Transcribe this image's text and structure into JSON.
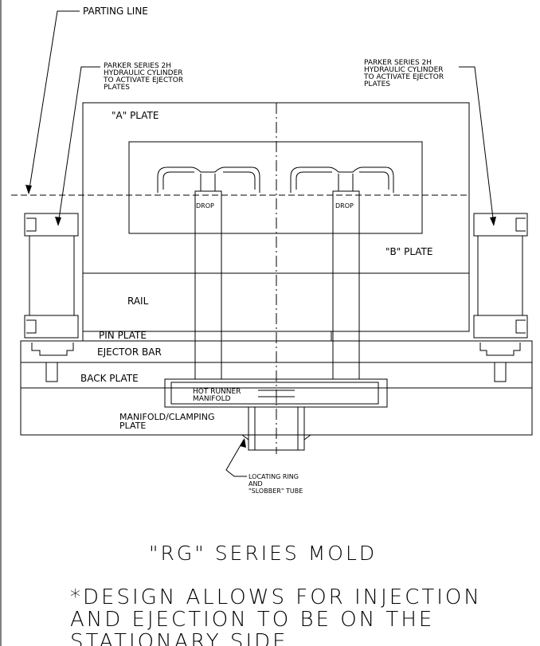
{
  "labels": {
    "parting_line": "PARTING LINE",
    "cyl_left_1": "PARKER SERIES 2H",
    "cyl_left_2": "HYDRAULIC CYLINDER",
    "cyl_left_3": "TO ACTIVATE EJECTOR",
    "cyl_left_4": "PLATES",
    "cyl_right_1": "PARKER SERIES 2H",
    "cyl_right_2": "HYDRAULIC CYLINDER",
    "cyl_right_3": "TO ACTIVATE EJECTOR",
    "cyl_right_4": "PLATES",
    "a_plate": "\"A\" PLATE",
    "b_plate": "\"B\" PLATE",
    "drop_left": "DROP",
    "drop_right": "DROP",
    "rail": "RAIL",
    "pin_plate": "PIN PLATE",
    "ejector_bar": "EJECTOR BAR",
    "back_plate": "BACK PLATE",
    "hot_runner_1": "HOT RUNNER",
    "hot_runner_2": "MANIFOLD",
    "manifold_1": "MANIFOLD/CLAMPING",
    "manifold_2": "PLATE",
    "locating_1": "LOCATING RING",
    "locating_2": "AND",
    "locating_3": "\"SLOBBER\" TUBE"
  },
  "title": "\"RG\" SERIES MOLD",
  "note": {
    "line1": "*DESIGN ALLOWS FOR INJECTION",
    "line2": "AND EJECTION TO BE ON THE",
    "line3": "STATIONARY SIDE."
  }
}
